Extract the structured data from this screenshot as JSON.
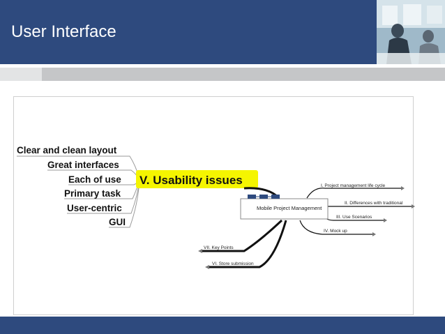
{
  "slide": {
    "title": "User Interface",
    "colors": {
      "header": "#2e4a7e",
      "band": "#c5c6c8",
      "highlight": "#f5f500"
    }
  },
  "mindmap": {
    "center": "Mobile Project Management",
    "usability": {
      "title": "V. Usability issues",
      "items": [
        "Clear and clean layout",
        "Great interfaces",
        "Each of use",
        "Primary task",
        "User-centric",
        "GUI"
      ]
    },
    "right_branches": [
      "I. Project management life cycle",
      "II. Differences with traditional",
      "III. Use Scenarios",
      "IV. Mock up"
    ],
    "left_branches": [
      "VII. Key Points",
      "VI. Store submission"
    ]
  }
}
